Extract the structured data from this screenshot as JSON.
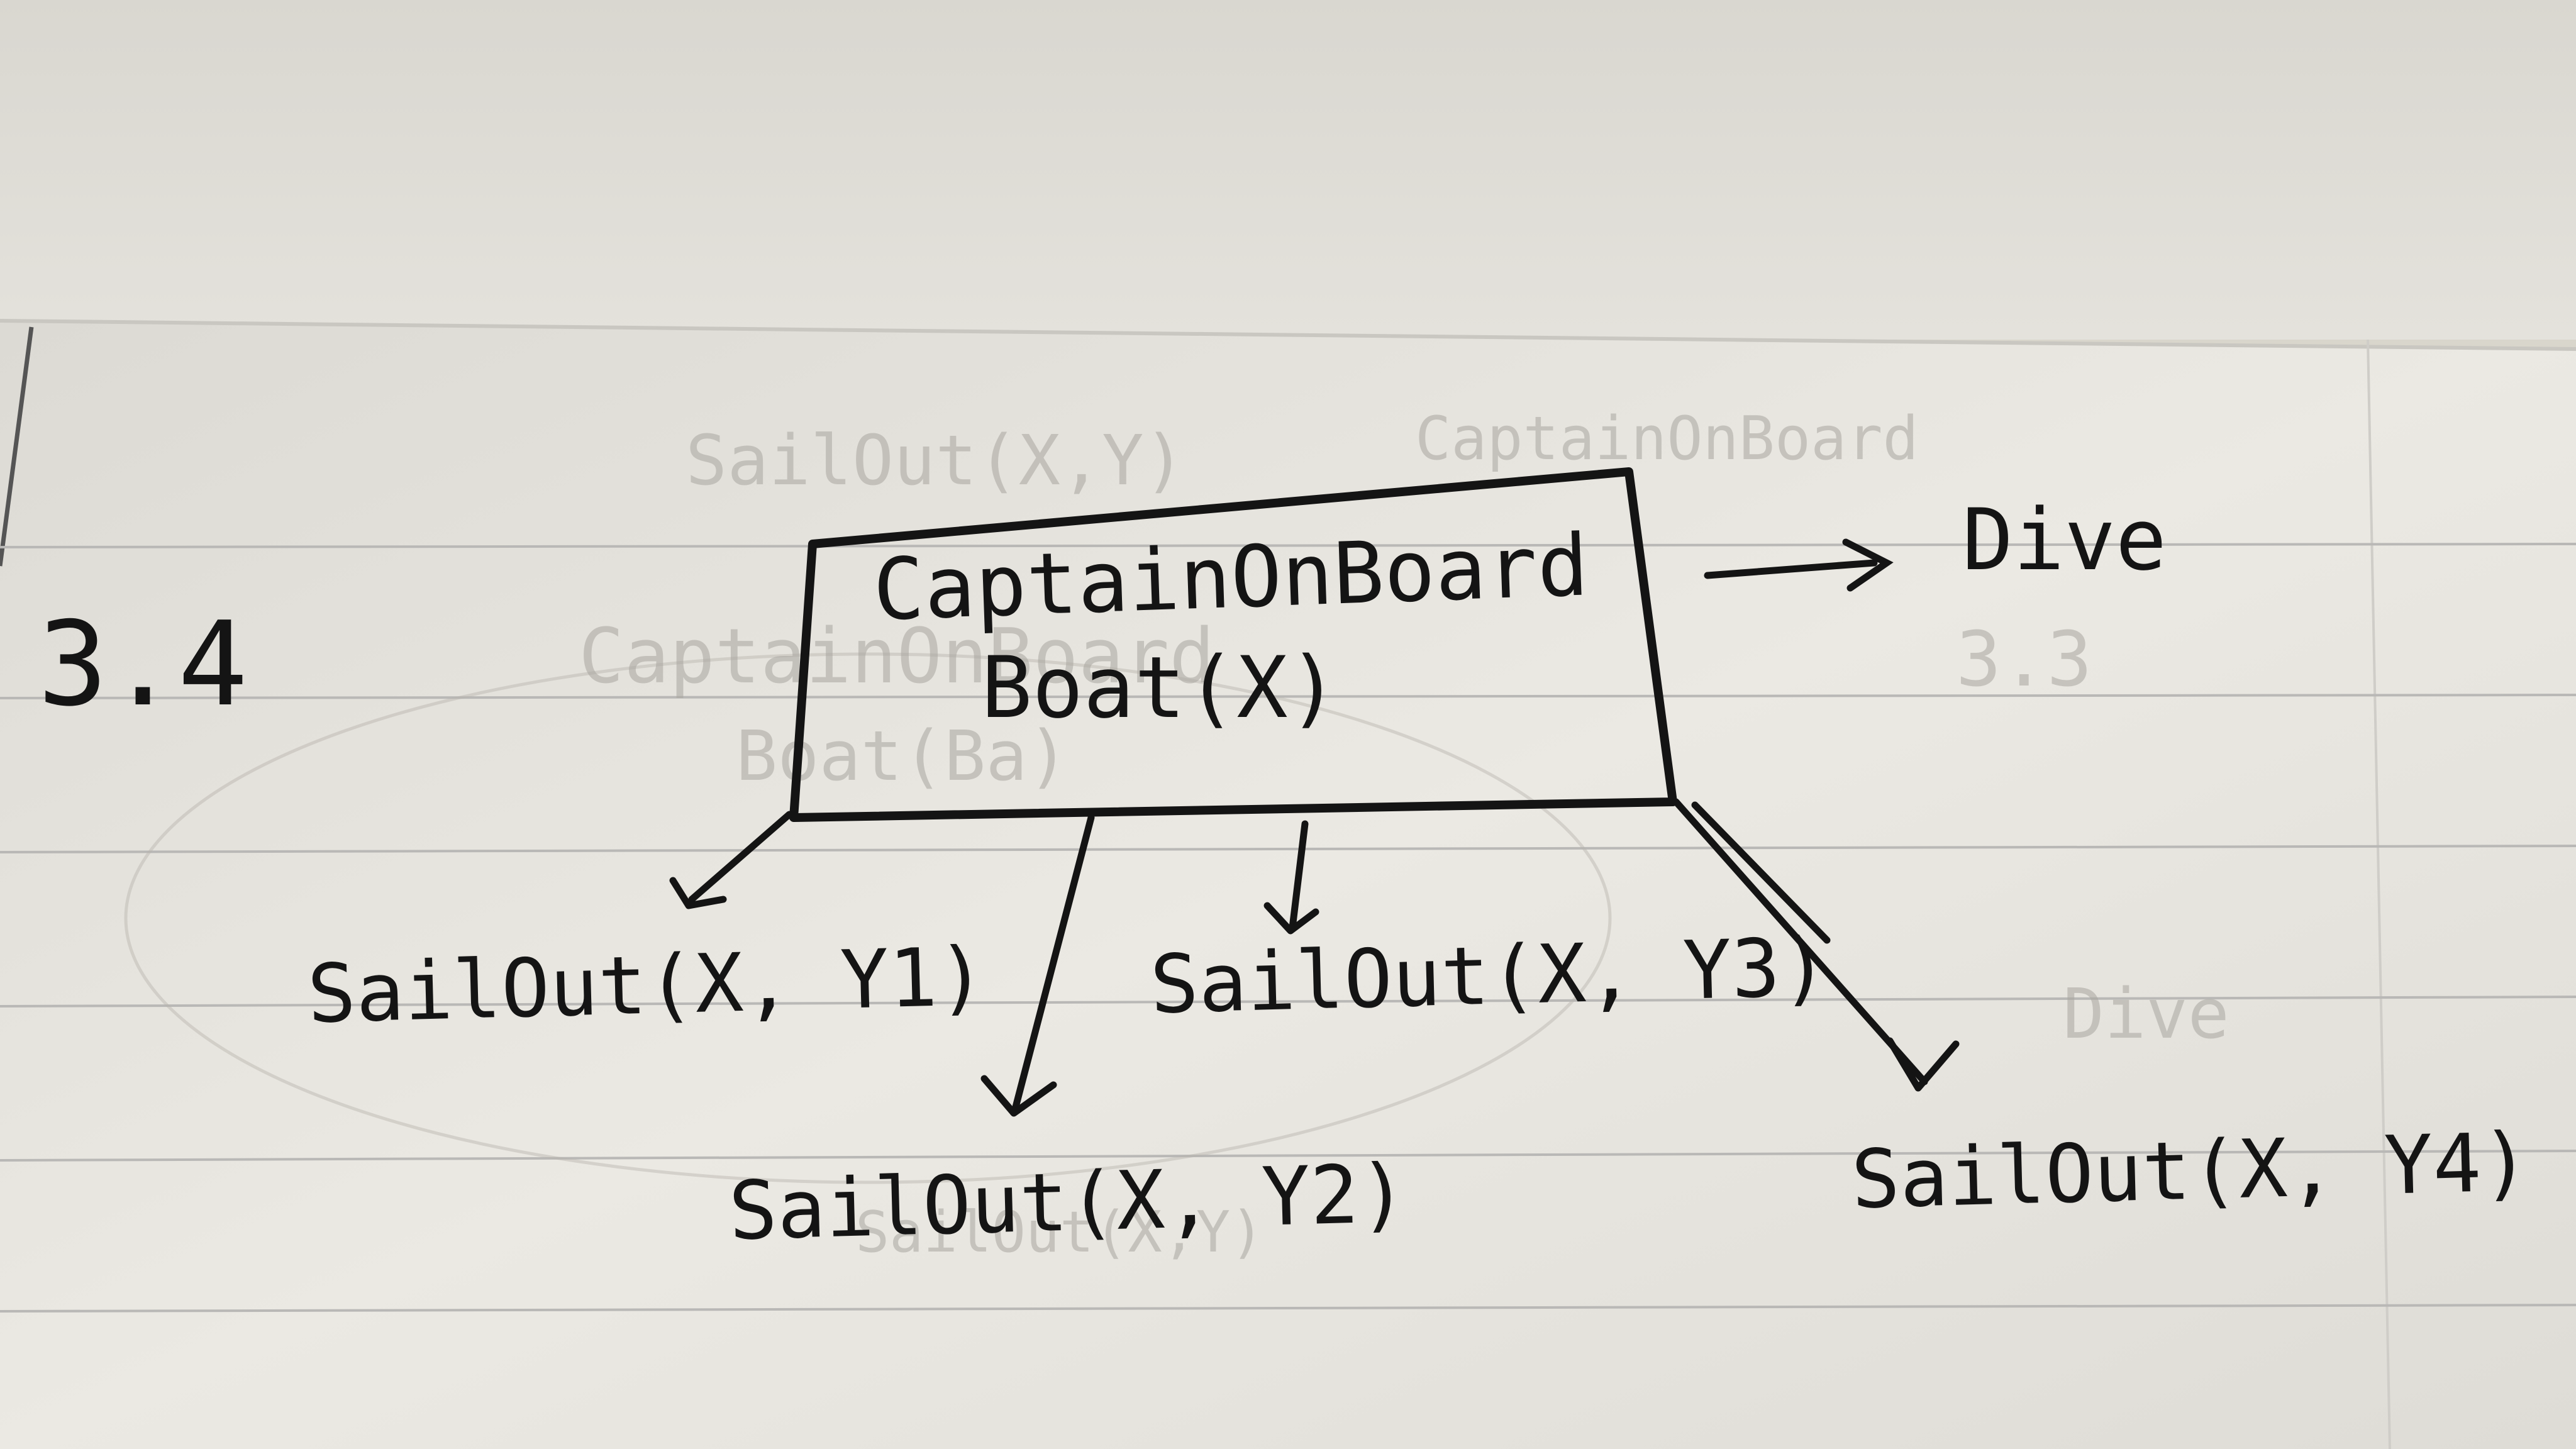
{
  "section_label": "3.4",
  "root_node": {
    "line1": "CaptainOnBoard",
    "line2": "Boat(X)"
  },
  "side_note": "Dive",
  "children": [
    {
      "label": "SailOut(X, Y1)"
    },
    {
      "label": "SailOut(X, Y2)"
    },
    {
      "label": "SailOut(X, Y3)"
    },
    {
      "label": "SailOut(X, Y4)"
    }
  ],
  "bleed_through": {
    "section_label": "3.3",
    "lines": [
      "SailOut(X,Y)",
      "CaptainOnBoard",
      "CaptainOnBoard",
      "Boat(Ba)",
      "Dive",
      "SailOut(X,Y)"
    ]
  },
  "colors": {
    "paper": "#ebe9e3",
    "paper_top": "#dedcd6",
    "rule_line": "#b9b8b6",
    "ink": "#141414",
    "ghost": "#a9a6a0"
  }
}
